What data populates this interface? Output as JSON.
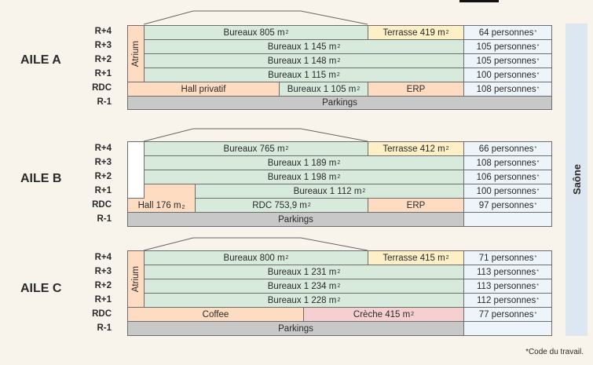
{
  "unit_sup": "2",
  "asterisk": "*",
  "levels": [
    "R+4",
    "R+3",
    "R+2",
    "R+1",
    "RDC",
    "R-1"
  ],
  "aile_a": {
    "title": "AILE A",
    "atrium": "Atrium",
    "r4": "Bureaux 805 m",
    "terrasse": "Terrasse 419 m",
    "r3": "Bureaux 1 145 m",
    "r2": "Bureaux 1 148 m",
    "r1": "Bureaux 1 115 m",
    "hall": "Hall privatif",
    "rdc": "Bureaux 1 105 m",
    "erp": "ERP",
    "parking": "Parkings",
    "persons": [
      "64 personnes",
      "105 personnes",
      "105 personnes",
      "100 personnes",
      "108 personnes"
    ]
  },
  "aile_b": {
    "title": "AILE B",
    "r4": "Bureaux 765 m",
    "terrasse": "Terrasse 412 m",
    "r3": "Bureaux 1 189 m",
    "r2": "Bureaux 1 198 m",
    "r1": "Bureaux 1 112 m",
    "hall": "Hall 176 m",
    "rdc": "RDC 753,9 m",
    "erp": "ERP",
    "parking": "Parkings",
    "persons": [
      "66 personnes",
      "108 personnes",
      "106 personnes",
      "100 personnes",
      "97 personnes"
    ]
  },
  "aile_c": {
    "title": "AILE C",
    "atrium": "Atrium",
    "r4": "Bureaux 800 m",
    "terrasse": "Terrasse 415 m",
    "r3": "Bureaux 1 231 m",
    "r2": "Bureaux 1 234 m",
    "r1": "Bureaux 1 228 m",
    "coffee": "Coffee",
    "creche": "Crèche 415 m",
    "parking": "Parkings",
    "persons": [
      "71 personnes",
      "113 personnes",
      "113 personnes",
      "112 personnes",
      "77 personnes"
    ]
  },
  "river": "Saône",
  "footnote": "*Code du travail."
}
